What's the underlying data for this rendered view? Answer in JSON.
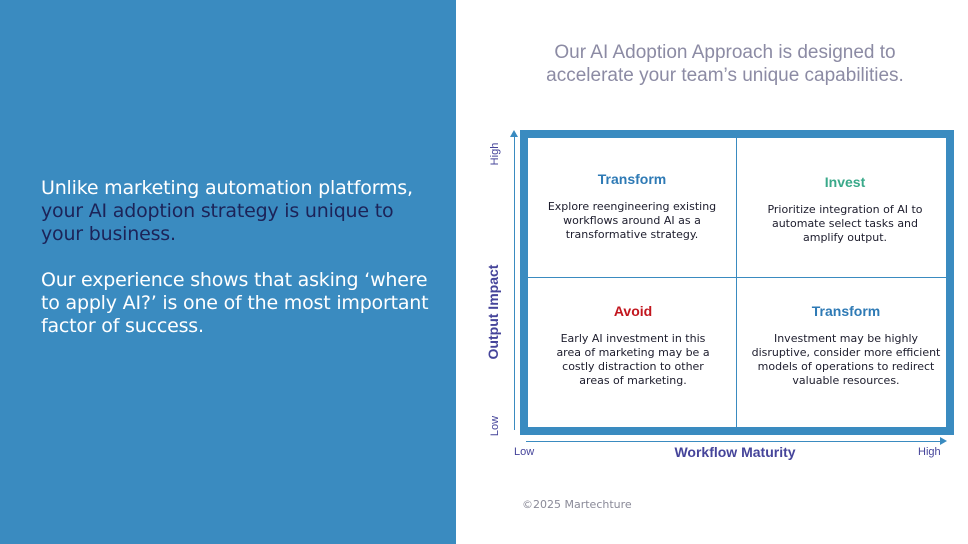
{
  "colors": {
    "left_panel": "#3a8bc0",
    "matrix_border": "#3a8bc0",
    "divider": "#3a8bc0",
    "axis": "#3a8bc0",
    "transform": "#2e7ab5",
    "invest": "#3aa98a",
    "avoid": "#c2161e",
    "axis_label": "#45449a"
  },
  "left": {
    "p1_line1": "Unlike marketing automation platforms,",
    "p1_emphasis": "your AI adoption strategy is unique to your business.",
    "p2": "Our experience shows that asking ‘where to apply AI?’ is one of the most important factor of success."
  },
  "headline": "Our AI Adoption Approach is designed to accelerate your team’s unique capabilities.",
  "matrix": {
    "y_axis": {
      "label": "Output Impact",
      "high": "High",
      "low": "Low"
    },
    "x_axis": {
      "label": "Workflow Maturity",
      "low": "Low",
      "high": "High"
    },
    "quadrants": {
      "top_left": {
        "title": "Transform",
        "color": "#2e7ab5",
        "body": "Explore reengineering existing workflows around AI as a transformative strategy."
      },
      "top_right": {
        "title": "Invest",
        "color": "#3aa98a",
        "body": "Prioritize integration of AI to automate select tasks and amplify output."
      },
      "bottom_left": {
        "title": "Avoid",
        "color": "#c2161e",
        "body": "Early AI investment in this area of marketing may be a costly distraction to other areas of marketing."
      },
      "bottom_right": {
        "title": "Transform",
        "color": "#2e7ab5",
        "body": "Investment may be highly disruptive, consider more efficient models of operations to redirect valuable resources."
      }
    }
  },
  "footer": {
    "copyright": "©2025 Martechture"
  }
}
